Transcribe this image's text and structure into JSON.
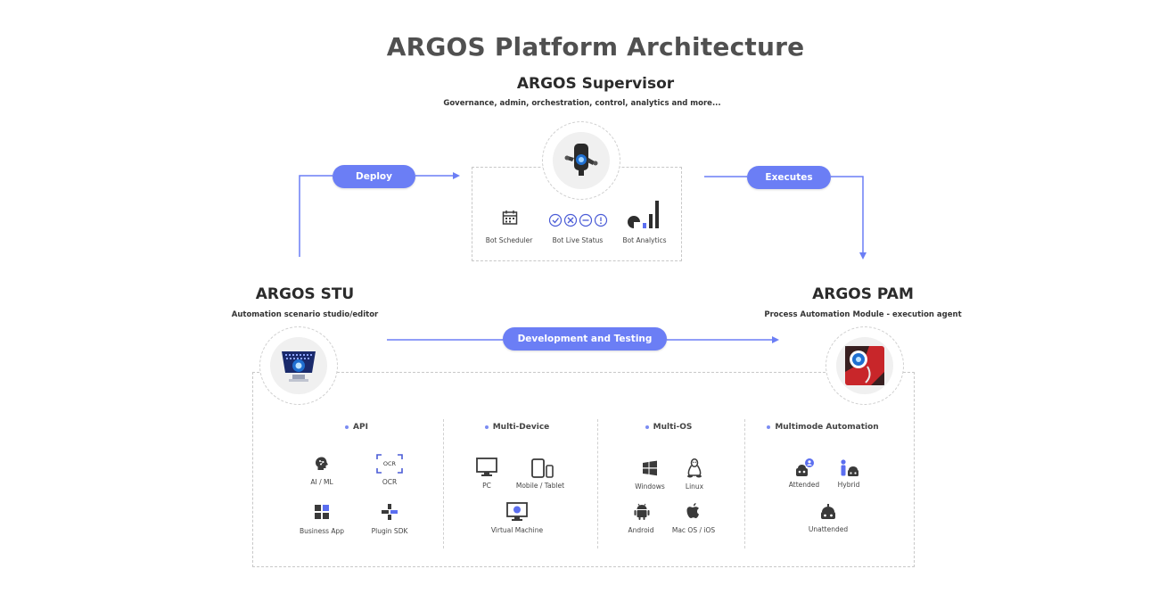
{
  "title": "ARGOS Platform Architecture",
  "supervisor": {
    "title": "ARGOS Supervisor",
    "subtitle": "Governance,  admin, orchestration, control, analytics and more...",
    "features": [
      {
        "label": "Bot Scheduler",
        "icon": "calendar-icon"
      },
      {
        "label": "Bot Live Status",
        "icon": "status-icons"
      },
      {
        "label": "Bot Analytics",
        "icon": "analytics-icon"
      }
    ]
  },
  "stu": {
    "title": "ARGOS STU",
    "subtitle": "Automation scenario studio/editor"
  },
  "pam": {
    "title": "ARGOS PAM",
    "subtitle": "Process Automation Module - execution agent"
  },
  "arrows": {
    "deploy": "Deploy",
    "executes": "Executes",
    "dev": "Development and Testing"
  },
  "categories": [
    {
      "name": "API",
      "items": [
        {
          "label": "AI / ML",
          "icon": "brain-icon"
        },
        {
          "label": "OCR",
          "icon": "ocr-icon",
          "icon_text": "OCR"
        },
        {
          "label": "Business App",
          "icon": "apps-grid-icon"
        },
        {
          "label": "Plugin SDK",
          "icon": "plugin-icon"
        }
      ]
    },
    {
      "name": "Multi-Device",
      "items": [
        {
          "label": "PC",
          "icon": "monitor-icon"
        },
        {
          "label": "Mobile / Tablet",
          "icon": "mobile-tablet-icon"
        },
        {
          "label": "Virtual Machine",
          "icon": "virtual-machine-icon"
        }
      ]
    },
    {
      "name": "Multi-OS",
      "items": [
        {
          "label": "Windows",
          "icon": "windows-icon"
        },
        {
          "label": "Linux",
          "icon": "linux-icon"
        },
        {
          "label": "Android",
          "icon": "android-icon"
        },
        {
          "label": "Mac OS / iOS",
          "icon": "apple-icon"
        }
      ]
    },
    {
      "name": "Multimode Automation",
      "items": [
        {
          "label": "Attended",
          "icon": "attended-icon"
        },
        {
          "label": "Hybrid",
          "icon": "hybrid-icon"
        },
        {
          "label": "Unattended",
          "icon": "unattended-icon"
        }
      ]
    }
  ],
  "colors": {
    "accent": "#6b7ef5",
    "dark": "#2b2b2b",
    "icon": "#3a3a3a",
    "pam_red": "#c8262a"
  }
}
